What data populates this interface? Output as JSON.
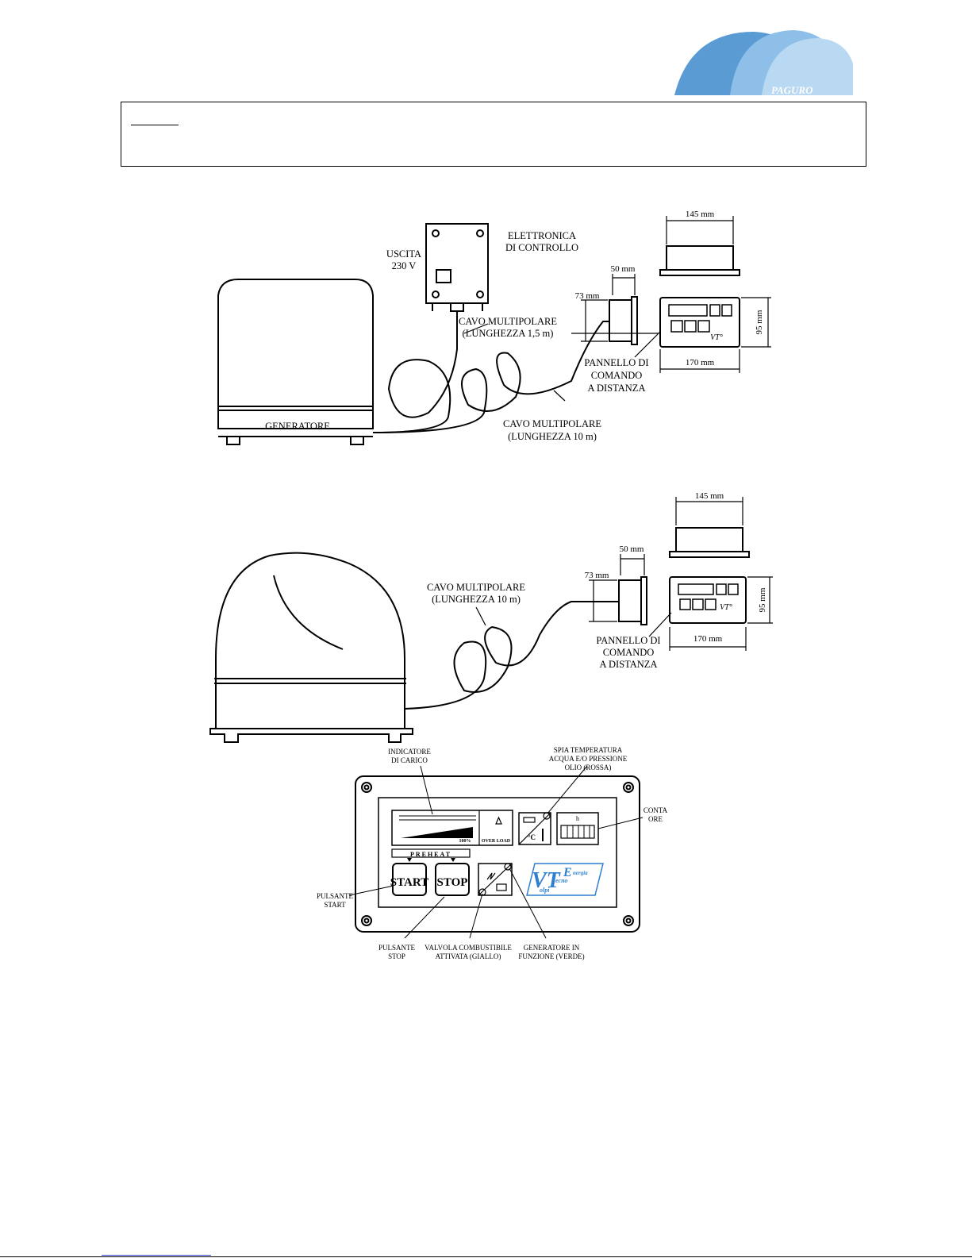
{
  "logo": {
    "brand": "PAGURO",
    "colors": {
      "dark": "#5a9bd4",
      "mid": "#8dbfe8",
      "light": "#b9d8f2"
    }
  },
  "note": {
    "label": ""
  },
  "diagram1": {
    "control_unit": [
      "ELETTRONICA",
      "DI CONTROLLO"
    ],
    "output": [
      "USCITA",
      "230 V"
    ],
    "cable_short": [
      "CAVO MULTIPOLARE",
      "(LUNGHEZZA 1,5 m)"
    ],
    "cable_long": [
      "CAVO MULTIPOLARE",
      "(LUNGHEZZA 10 m)"
    ],
    "generator": "GENERATORE",
    "remote_panel": [
      "PANNELLO DI",
      "COMANDO",
      "A DISTANZA"
    ],
    "dims": {
      "top_width": "145 mm",
      "depth": "50 mm",
      "side_height": "73 mm",
      "height": "95 mm",
      "width": "170 mm"
    },
    "panel_brand": "VT°"
  },
  "diagram2": {
    "cable": [
      "CAVO MULTIPOLARE",
      "(LUNGHEZZA 10 m)"
    ],
    "remote_panel": [
      "PANNELLO DI",
      "COMANDO",
      "A DISTANZA"
    ],
    "dims": {
      "top_width": "145 mm",
      "depth": "50 mm",
      "side_height": "73 mm",
      "height": "95 mm",
      "width": "170 mm"
    },
    "panel_brand": "VT°"
  },
  "panel_detail": {
    "load_indicator": [
      "INDICATORE",
      "DI CARICO"
    ],
    "temp_light": [
      "SPIA TEMPERATURA",
      "ACQUA E/O PRESSIONE",
      "OLIO (ROSSA)"
    ],
    "hour_counter": [
      "CONTA",
      "ORE"
    ],
    "hour_unit": "h",
    "percent": "100%",
    "overload": "OVER LOAD",
    "degrees": "°C",
    "preheat": "PREHEAT",
    "start": "START",
    "stop": "STOP",
    "start_button": [
      "PULSANTE",
      "START"
    ],
    "stop_button": [
      "PULSANTE",
      "STOP"
    ],
    "fuel_valve": [
      "VALVOLA COMBUSTIBILE",
      "ATTIVATA (GIALLO)"
    ],
    "running": [
      "GENERATORE IN",
      "FUNZIONE (VERDE)"
    ],
    "brand": {
      "big": "VT",
      "e": "E",
      "ecno": "ecno",
      "nergia": "nergia",
      "olpi": "olpi"
    },
    "brand_color": "#2e7fd0"
  }
}
